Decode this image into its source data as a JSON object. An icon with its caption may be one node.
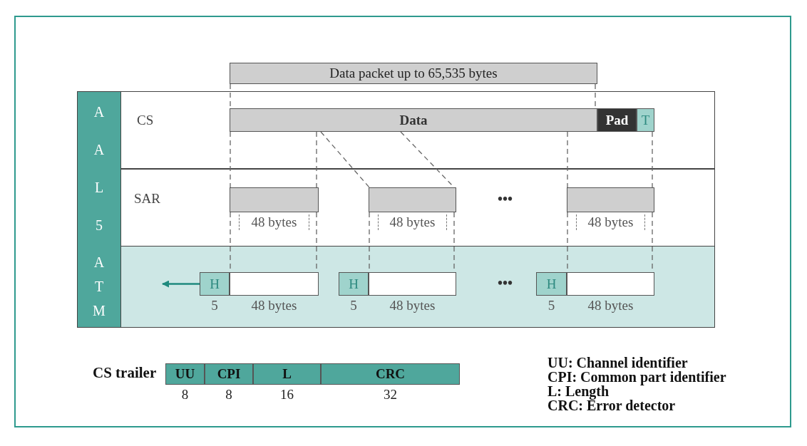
{
  "diagram": {
    "nodes": [
      {
        "text": [
          "Data packet up to 65,535 bytes"
        ]
      },
      {
        "text": [
          "Data"
        ]
      },
      {
        "text": [
          "Pad"
        ]
      },
      {
        "text": [
          "T"
        ]
      },
      {
        "text": [],
        "shape": "bar",
        "beside": [
          "48 bytes"
        ]
      },
      {
        "text": [],
        "shape": "bar",
        "beside": [
          "48 bytes"
        ]
      },
      {
        "text": [],
        "shape": "bar",
        "beside": [
          "48 bytes"
        ]
      },
      {
        "text": [
          "H"
        ],
        "beside": [
          "5"
        ]
      },
      {
        "text": [],
        "shape": "box",
        "beside": [
          "48 bytes"
        ]
      },
      {
        "text": [
          "H"
        ],
        "beside": [
          "5"
        ]
      },
      {
        "text": [],
        "shape": "box",
        "beside": [
          "48 bytes"
        ]
      },
      {
        "text": [
          "H"
        ],
        "beside": [
          "5"
        ]
      },
      {
        "text": [],
        "shape": "box",
        "beside": [
          "48 bytes"
        ]
      },
      {
        "text": [
          "UU"
        ],
        "beside": [
          "8"
        ]
      },
      {
        "text": [
          "CPI"
        ],
        "beside": [
          "8"
        ]
      },
      {
        "text": [
          "L"
        ],
        "beside": [
          "16"
        ]
      },
      {
        "text": [
          "CRC"
        ],
        "beside": [
          "32"
        ]
      }
    ],
    "edges": [
      {
        "from": 0,
        "to": 1,
        "arrow": "none",
        "style": "dashed"
      },
      {
        "from": 1,
        "to": 4,
        "arrow": "none",
        "style": "dashed"
      },
      {
        "from": 1,
        "to": 5,
        "arrow": "none",
        "style": "dashed"
      },
      {
        "from": 1,
        "to": 6,
        "arrow": "none",
        "style": "dashed"
      },
      {
        "from": 4,
        "to": 8,
        "arrow": "none",
        "style": "dashed"
      },
      {
        "from": 5,
        "to": 10,
        "arrow": "none",
        "style": "dashed"
      },
      {
        "from": 6,
        "to": 12,
        "arrow": "none",
        "style": "dashed"
      },
      {
        "from": 7,
        "to": null,
        "arrow": "to"
      },
      {
        "from": 3,
        "to": 6,
        "arrow": "none",
        "style": "dashed"
      }
    ],
    "labels": [
      "A A L 5",
      "CS",
      "SAR",
      "•••",
      "A T M",
      "•••",
      "CS trailer",
      "UU: Channel identifier",
      "CPI: Common part identifier",
      "L: Length",
      "CRC: Error detector"
    ]
  }
}
